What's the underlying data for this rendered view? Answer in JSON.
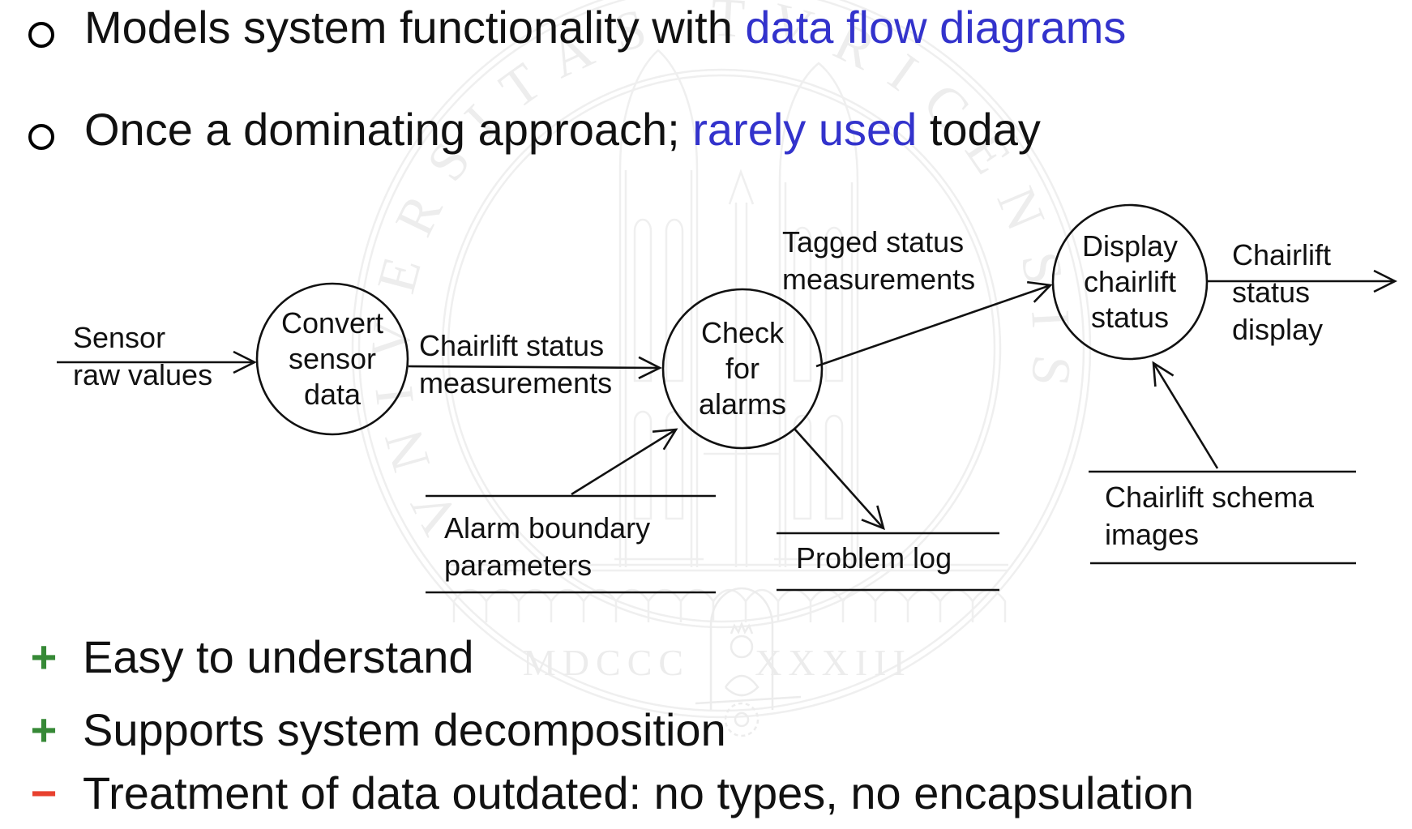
{
  "colors": {
    "accent_blue": "#3333cc",
    "plus_green": "#368936",
    "minus_red": "#e8412f",
    "ink": "#111111",
    "watermark_gray": "#ededed"
  },
  "bullets_top": [
    {
      "segments": [
        {
          "text": "Models system functionality with ",
          "blue": false
        },
        {
          "text": "data flow diagrams",
          "blue": true
        }
      ]
    },
    {
      "segments": [
        {
          "text": "Once a dominating approach; ",
          "blue": false
        },
        {
          "text": "rarely used",
          "blue": true
        },
        {
          "text": " today",
          "blue": false
        }
      ]
    }
  ],
  "bullets_bottom": [
    {
      "sign": "+",
      "polarity": "plus",
      "text": "Easy to understand"
    },
    {
      "sign": "+",
      "polarity": "plus",
      "text": "Supports system decomposition"
    },
    {
      "sign": "−",
      "polarity": "minus",
      "text": "Treatment of data outdated: no types, no encapsulation"
    }
  ],
  "diagram": {
    "processes": [
      {
        "id": "convert",
        "label": "Convert\nsensor\ndata"
      },
      {
        "id": "check",
        "label": "Check\nfor\nalarms"
      },
      {
        "id": "display",
        "label": "Display\nchairlift\nstatus"
      }
    ],
    "flows": [
      {
        "id": "sensor-raw-values",
        "label": "Sensor\nraw values"
      },
      {
        "id": "chairlift-status-measurements",
        "label": "Chairlift status\nmeasurements"
      },
      {
        "id": "tagged-status-measurements",
        "label": "Tagged status\nmeasurements"
      },
      {
        "id": "chairlift-status-display",
        "label": "Chairlift\nstatus\ndisplay"
      }
    ],
    "stores": [
      {
        "id": "alarm-boundary-parameters",
        "label": "Alarm boundary\nparameters"
      },
      {
        "id": "problem-log",
        "label": "Problem log"
      },
      {
        "id": "chairlift-schema-images",
        "label": "Chairlift schema\nimages"
      }
    ]
  },
  "watermark": {
    "ring_text": "VNIVERSITAS TVRICENSIS",
    "year_left": "MDCCC",
    "year_right": "XXXIII"
  }
}
